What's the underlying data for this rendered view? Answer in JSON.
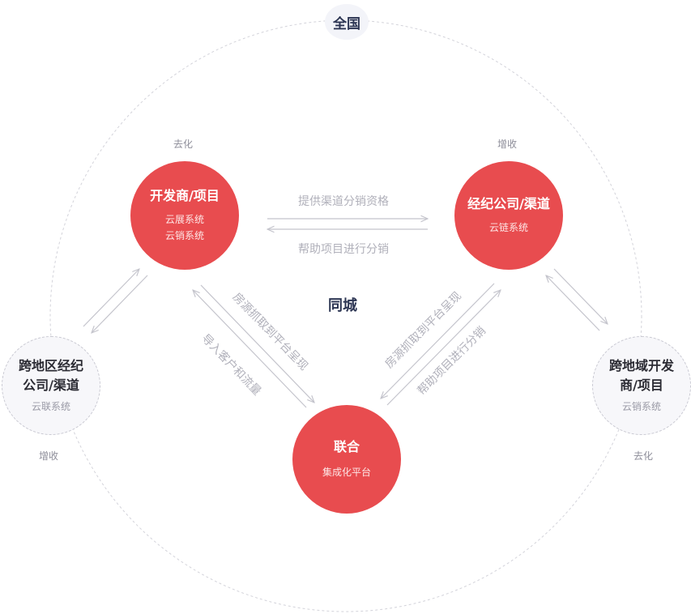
{
  "scope_outer": "全国",
  "scope_inner": "同城",
  "nodes": {
    "developer": {
      "title": "开发商/项目",
      "subs": [
        "云展系统",
        "云销系统"
      ],
      "tag": "去化"
    },
    "agency": {
      "title": "经纪公司/渠道",
      "subs": [
        "云链系统"
      ],
      "tag": "增收"
    },
    "union": {
      "title": "联合",
      "subs": [
        "集成化平台"
      ]
    },
    "cross_agency": {
      "title_lines": [
        "跨地区经纪",
        "公司/渠道"
      ],
      "sub": "云联系统",
      "tag": "增收"
    },
    "cross_developer": {
      "title_lines": [
        "跨地域开发",
        "商/项目"
      ],
      "sub": "云销系统",
      "tag": "去化"
    }
  },
  "flows": {
    "dev_to_agency": "提供渠道分销资格",
    "agency_to_dev": "帮助项目进行分销",
    "dev_to_union": "房源抓取到平台呈现",
    "union_to_dev": "导入客户和流量",
    "agency_to_union": "房源抓取到平台呈现",
    "union_to_agency": "帮助项目进行分销"
  },
  "colors": {
    "node_red": "#e84c4f",
    "arrow_gray": "#c4c4cc",
    "dashed_gray": "#cfcfd6",
    "navy_text": "#2c3553"
  }
}
